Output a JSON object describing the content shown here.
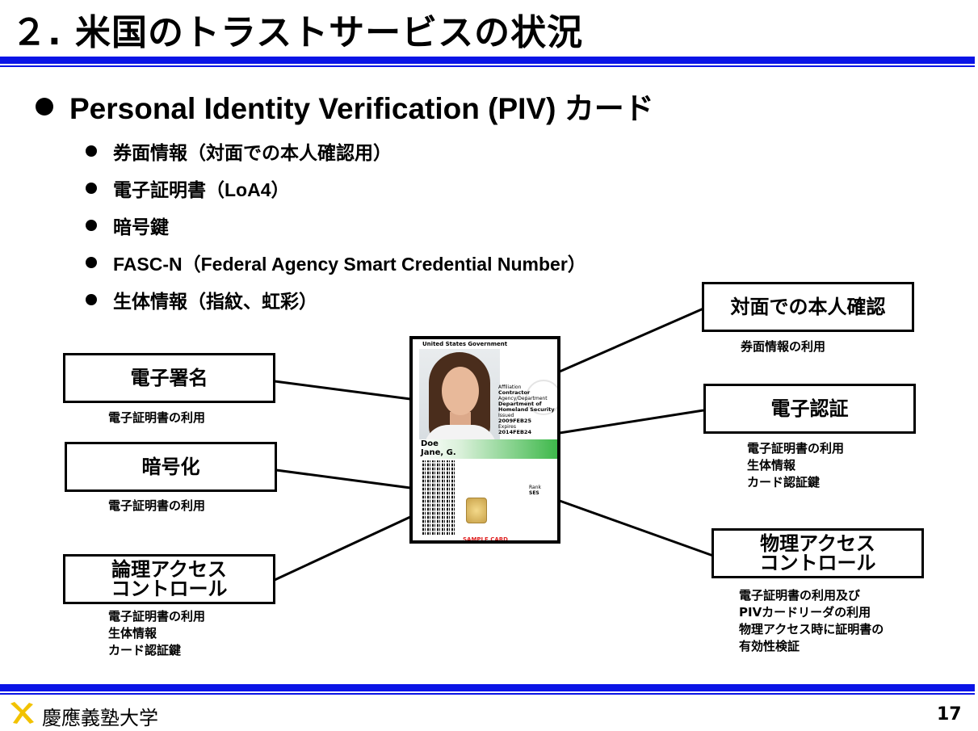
{
  "slide": {
    "title": "２. 米国のトラストサービスの状況",
    "page_number": "17",
    "university": "慶應義塾大学"
  },
  "main_bullet": "Personal Identity Verification (PIV) カード",
  "sub_bullets": [
    "券面情報（対面での本人確認用）",
    "電子証明書（LoA4）",
    "暗号鍵",
    "FASC-N（Federal Agency Smart Credential Number）",
    "生体情報（指紋、虹彩）"
  ],
  "left_boxes": [
    {
      "label": "電子署名",
      "caption": [
        "電子証明書の利用"
      ]
    },
    {
      "label": "暗号化",
      "caption": [
        "電子証明書の利用"
      ]
    },
    {
      "label": "論理アクセス\nコントロール",
      "caption": [
        "電子証明書の利用",
        "生体情報",
        "カード認証鍵"
      ]
    }
  ],
  "right_boxes": [
    {
      "label": "対面での本人確認",
      "caption": [
        "券面情報の利用"
      ]
    },
    {
      "label": "電子認証",
      "caption": [
        "電子証明書の利用",
        "生体情報",
        "カード認証鍵"
      ]
    },
    {
      "label": "物理アクセス\nコントロール",
      "caption": [
        "電子証明書の利用及び",
        "PIVカードリーダの利用",
        "物理アクセス時に証明書の",
        "有効性検証"
      ]
    }
  ],
  "card": {
    "header": "United States Government",
    "affiliation_label": "Affiliation",
    "affiliation": "Contractor",
    "agency_label": "Agency/Department",
    "agency": "Department of Homeland Security",
    "issued_label": "Issued",
    "issued": "2009FEB25",
    "expires_label": "Expires",
    "expires": "2014FEB24",
    "surname": "Doe",
    "given_name": "Jane, G.",
    "rank_label": "Rank",
    "rank": "SES",
    "watermark": "SAMPLE CARD"
  },
  "colors": {
    "rule": "#0a14e6",
    "logo": "#f2c200",
    "sample": "#dd2222"
  }
}
